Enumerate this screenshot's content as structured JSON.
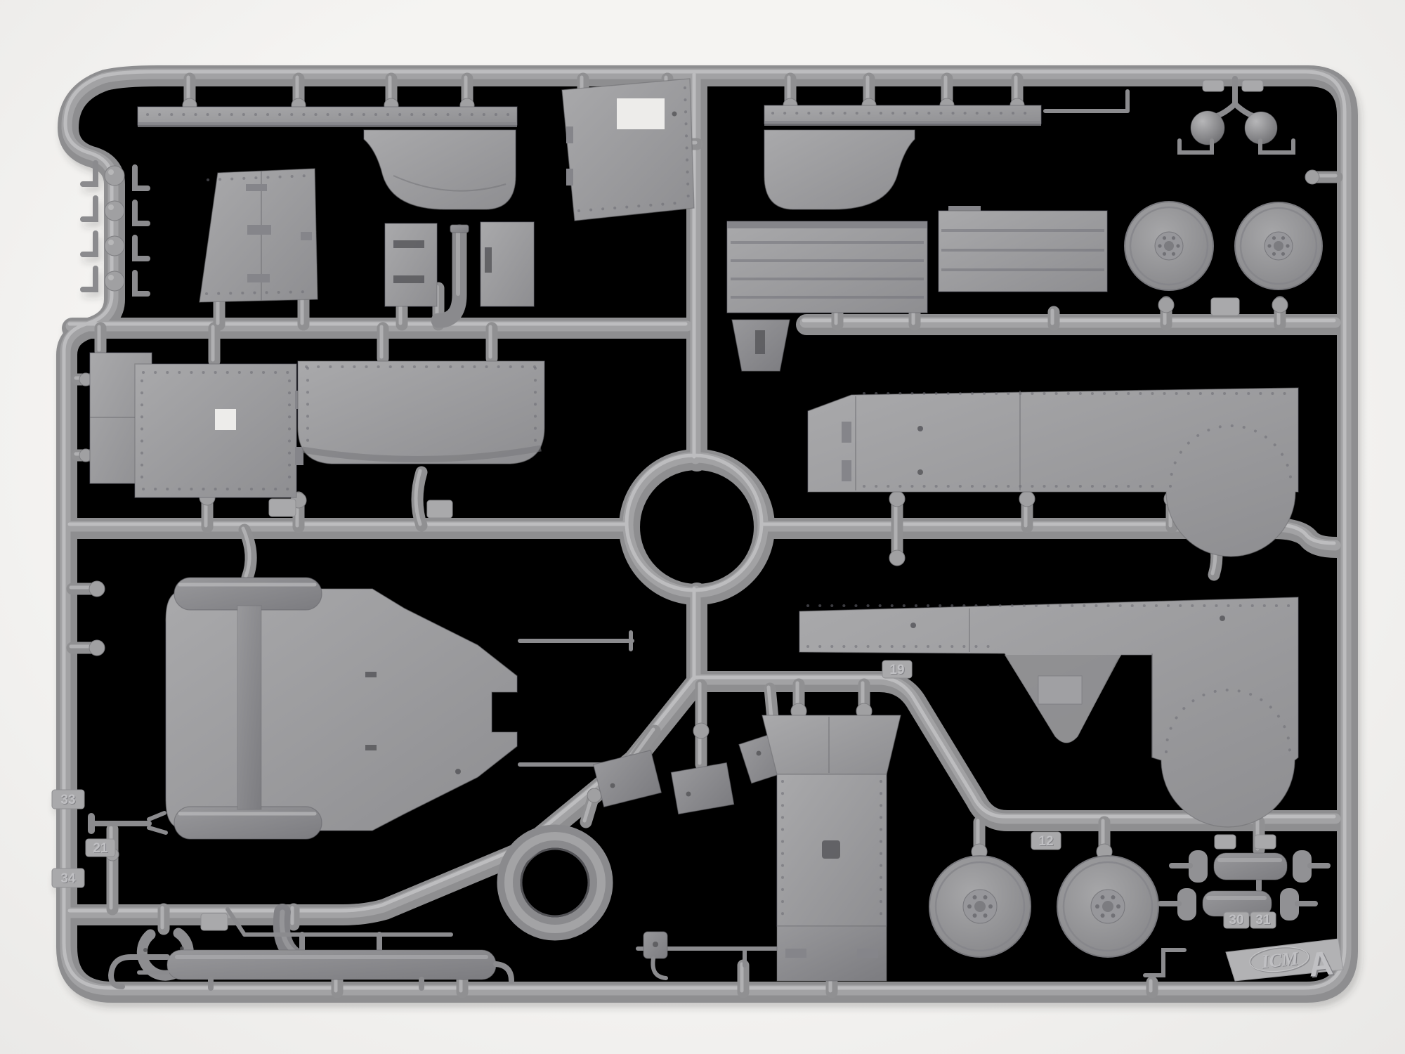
{
  "sprue": {
    "brand_logo": "ICM",
    "sprue_letter": "A",
    "plastic_color": "#8e8e90",
    "background_color": "#f5f4f2",
    "part_number_tags": [
      "33",
      "21",
      "34",
      "19",
      "12",
      "30",
      "31"
    ]
  }
}
